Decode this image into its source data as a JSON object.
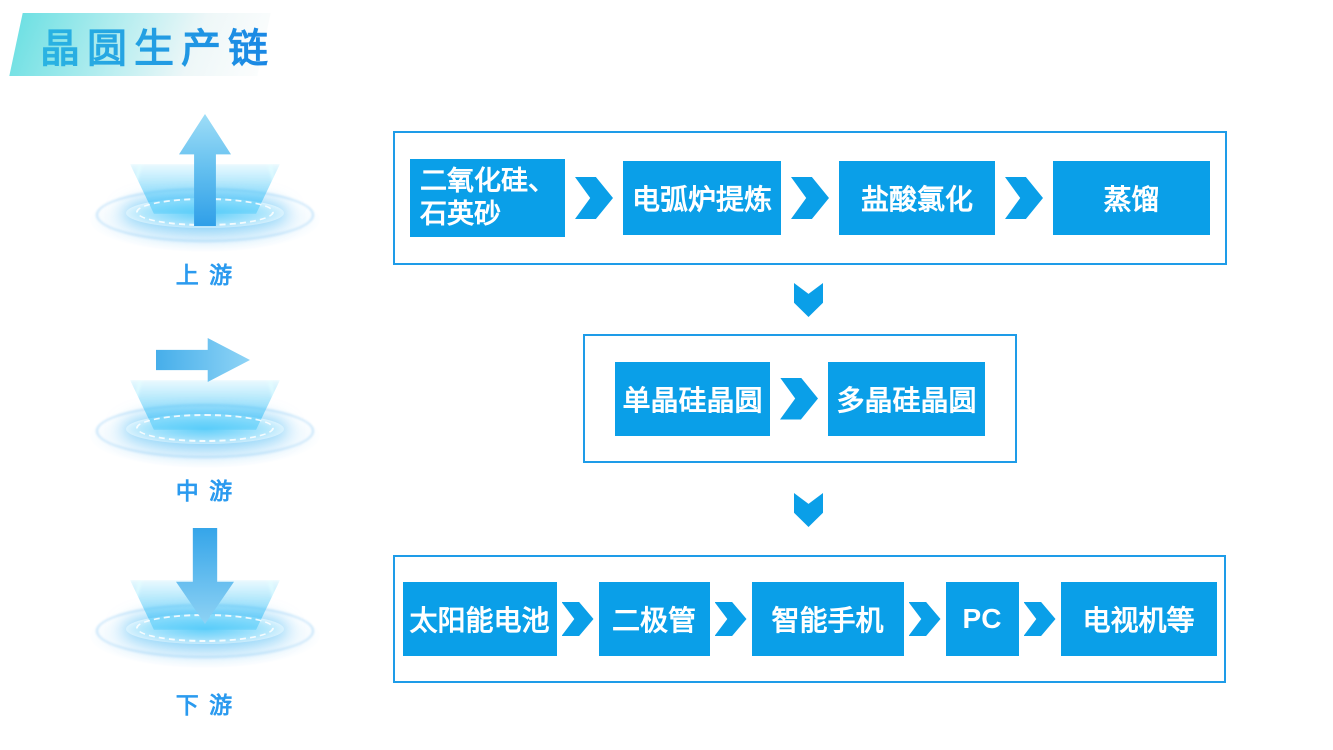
{
  "title": {
    "text": "晶圆生产链"
  },
  "stages": [
    {
      "id": "upstream",
      "label": "上 游",
      "direction_icon": "arrow-up",
      "steps": [
        "二氧化硅、\n石英砂",
        "电弧炉提炼",
        "盐酸氯化",
        "蒸馏"
      ]
    },
    {
      "id": "midstream",
      "label": "中 游",
      "direction_icon": "arrow-right",
      "steps": [
        "单晶硅晶圆",
        "多晶硅晶圆"
      ]
    },
    {
      "id": "downstream",
      "label": "下 游",
      "direction_icon": "arrow-down",
      "steps": [
        "太阳能电池",
        "二极管",
        "智能手机",
        "PC",
        "电视机等"
      ]
    }
  ],
  "icons": {
    "step_connector": "chevron-right",
    "row_connector": "chevron-down",
    "upstream_arrow": "arrow-up",
    "midstream_arrow": "arrow-right",
    "downstream_arrow": "arrow-down"
  },
  "colors": {
    "box_blue": "#0a9fe8",
    "container_border": "#1e9ce8",
    "label_blue": "#2a9aef",
    "banner_gradient_start": "#6fe0e3",
    "title_gradient_start": "#2ab4e2",
    "title_gradient_end": "#1a86e4",
    "box_text": "#ffffff",
    "background": "#ffffff"
  }
}
